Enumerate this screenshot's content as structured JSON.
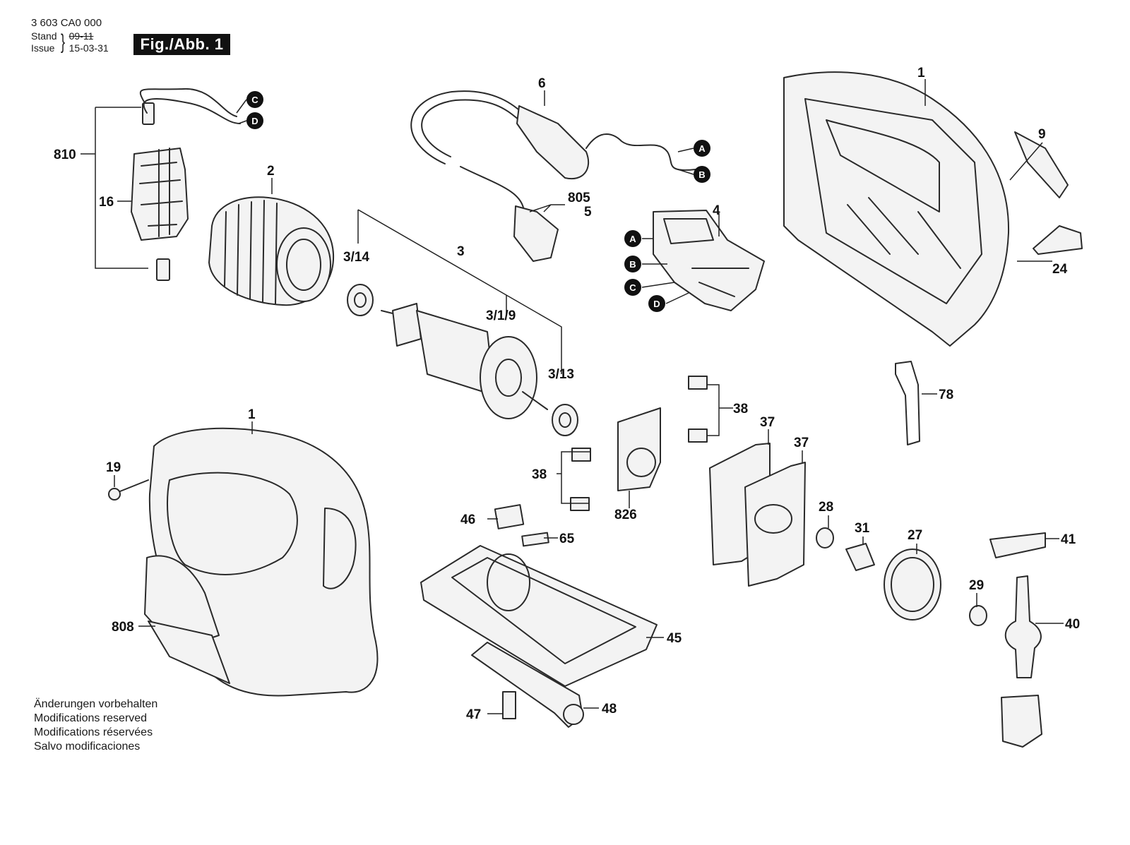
{
  "header": {
    "part_number": "3 603 CA0 000",
    "stand_label": "Stand",
    "issue_label": "Issue",
    "stand_date": "09-11",
    "issue_date": "15-03-31",
    "fig_label": "Fig./Abb. 1"
  },
  "callouts": {
    "p1_top": "1",
    "p6": "6",
    "p9": "9",
    "p810": "810",
    "p2": "2",
    "p16": "16",
    "p805": "805",
    "p5": "5",
    "p4": "4",
    "p24": "24",
    "p3": "3",
    "p3_14": "3/14",
    "p3_1_9": "3/1/9",
    "p3_13": "3/13",
    "p78": "78",
    "p38_right": "38",
    "p37_a": "37",
    "p37_b": "37",
    "p1_bottom": "1",
    "p19": "19",
    "p38_left": "38",
    "p826": "826",
    "p28": "28",
    "p31": "31",
    "p27": "27",
    "p41": "41",
    "p46": "46",
    "p65": "65",
    "p45": "45",
    "p29": "29",
    "p40": "40",
    "p808": "808",
    "p47": "47",
    "p48": "48"
  },
  "connectors": {
    "C1": "C",
    "D1": "D",
    "A2": "A",
    "B2": "B",
    "A3": "A",
    "B3": "B",
    "C3": "C",
    "D3": "D"
  },
  "notes": [
    "Änderungen vorbehalten",
    "Modifications reserved",
    "Modifications réservées",
    "Salvo modificaciones"
  ]
}
